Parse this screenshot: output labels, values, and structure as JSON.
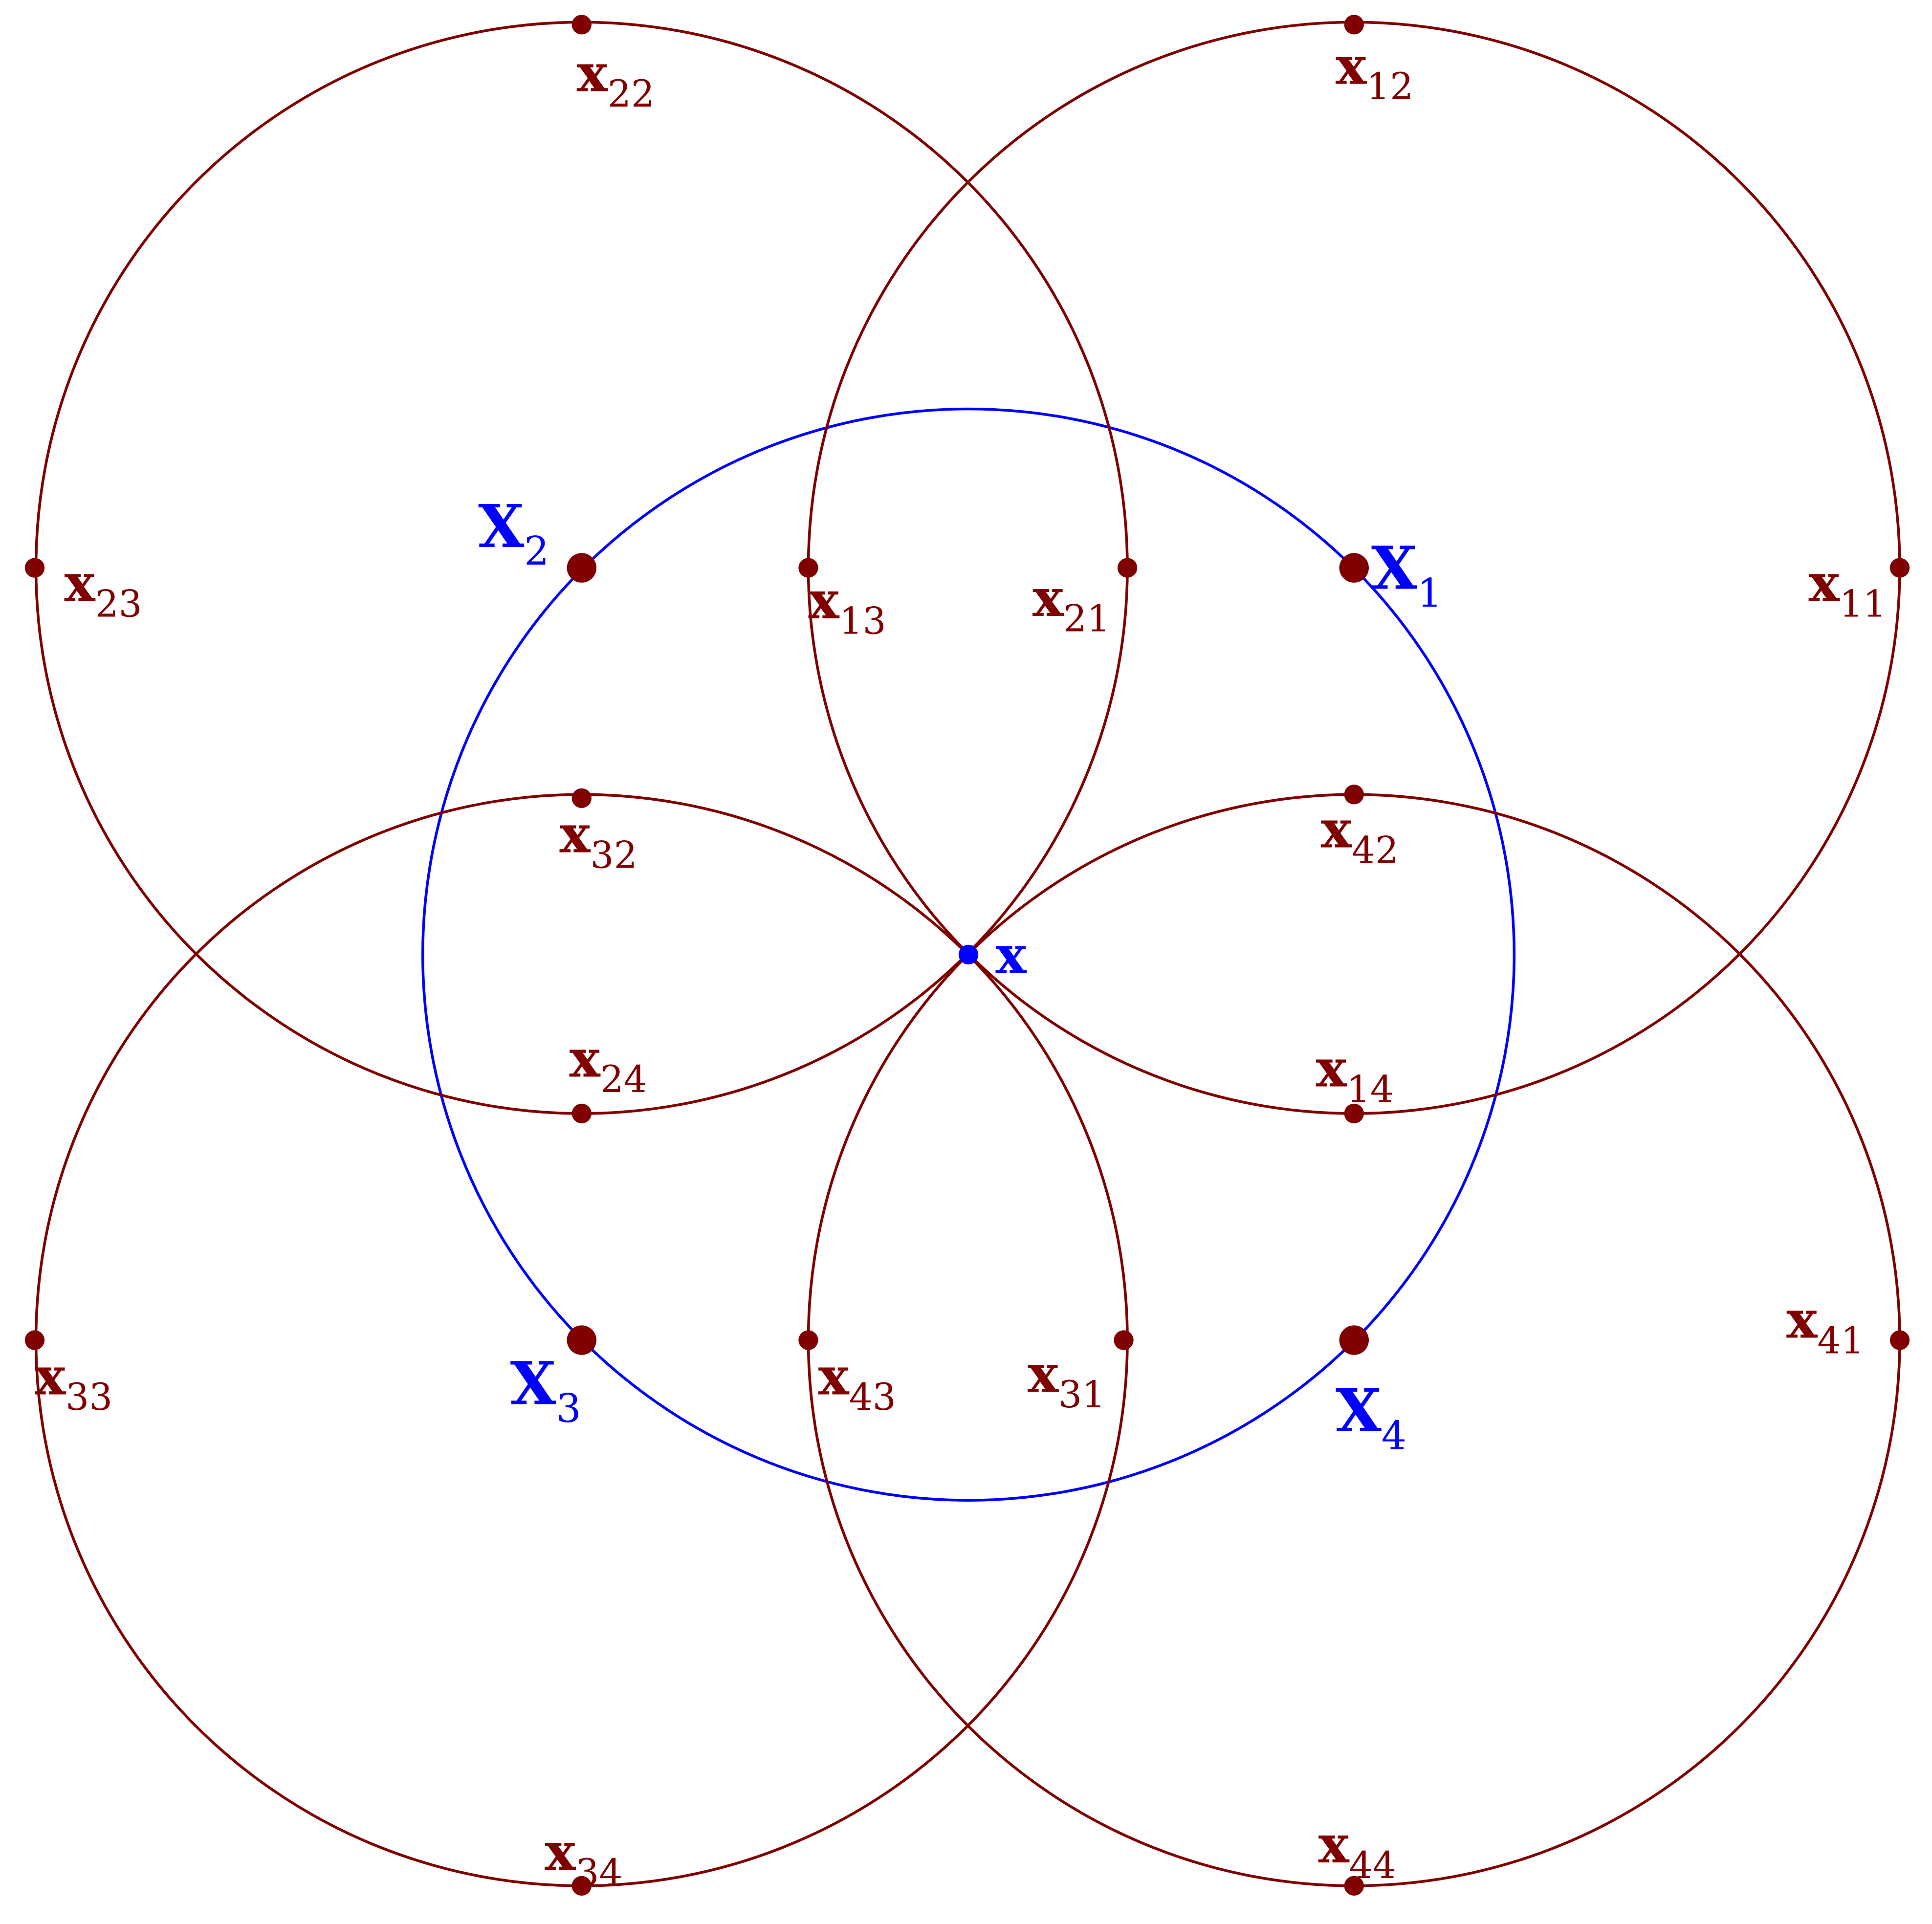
{
  "colors": {
    "red": "#800000",
    "blue": "#0000ff"
  },
  "center_point": {
    "id": "x",
    "label": "x",
    "sub": ""
  },
  "blue_points": [
    {
      "id": "X1",
      "label": "X",
      "sub": "1"
    },
    {
      "id": "X2",
      "label": "X",
      "sub": "2"
    },
    {
      "id": "X3",
      "label": "X",
      "sub": "3"
    },
    {
      "id": "X4",
      "label": "X",
      "sub": "4"
    }
  ],
  "red_points": [
    {
      "id": "x11",
      "label": "x",
      "sub": "11"
    },
    {
      "id": "x12",
      "label": "x",
      "sub": "12"
    },
    {
      "id": "x13",
      "label": "x",
      "sub": "13"
    },
    {
      "id": "x14",
      "label": "x",
      "sub": "14"
    },
    {
      "id": "x21",
      "label": "x",
      "sub": "21"
    },
    {
      "id": "x22",
      "label": "x",
      "sub": "22"
    },
    {
      "id": "x23",
      "label": "x",
      "sub": "23"
    },
    {
      "id": "x24",
      "label": "x",
      "sub": "24"
    },
    {
      "id": "x31",
      "label": "x",
      "sub": "31"
    },
    {
      "id": "x32",
      "label": "x",
      "sub": "32"
    },
    {
      "id": "x33",
      "label": "x",
      "sub": "33"
    },
    {
      "id": "x34",
      "label": "x",
      "sub": "34"
    },
    {
      "id": "x41",
      "label": "x",
      "sub": "41"
    },
    {
      "id": "x42",
      "label": "x",
      "sub": "42"
    },
    {
      "id": "x43",
      "label": "x",
      "sub": "43"
    },
    {
      "id": "x44",
      "label": "x",
      "sub": "44"
    }
  ]
}
